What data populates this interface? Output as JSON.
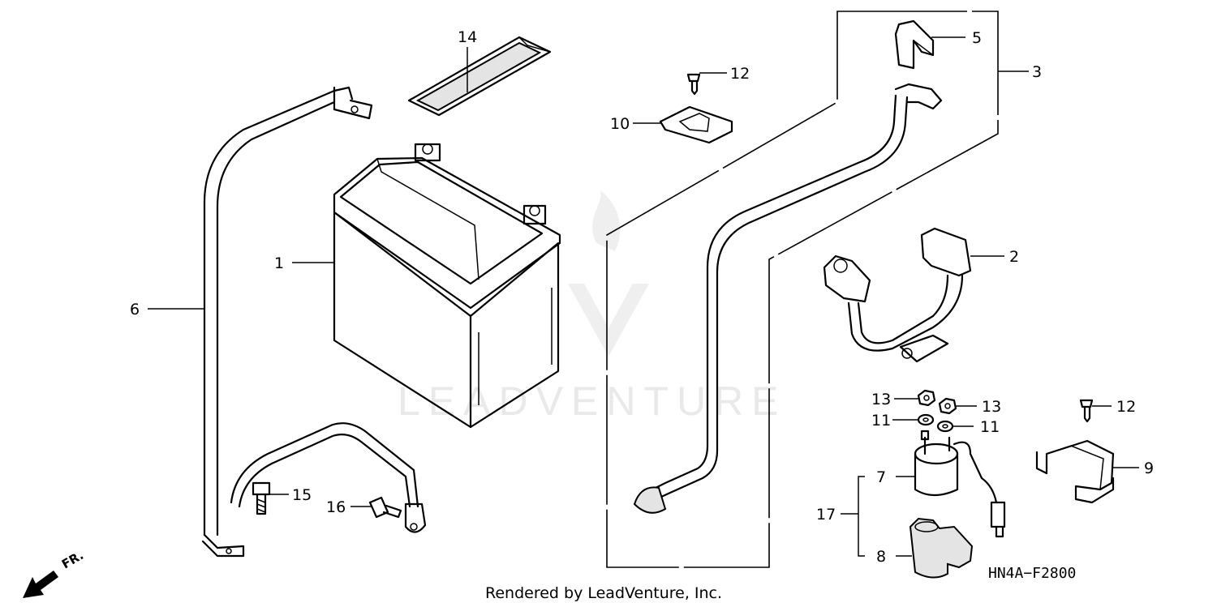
{
  "diagram_code": "HN4A−F2800",
  "footer_text": "Rendered by LeadVenture, Inc.",
  "watermark_text": "LEADVENTURE",
  "front_indicator": "FR.",
  "callouts": {
    "p1": "1",
    "p2": "2",
    "p3": "3",
    "p5": "5",
    "p6": "6",
    "p7": "7",
    "p8": "8",
    "p9": "9",
    "p10": "10",
    "p11a": "11",
    "p11b": "11",
    "p12a": "12",
    "p12b": "12",
    "p13a": "13",
    "p13b": "13",
    "p14": "14",
    "p15": "15",
    "p16": "16",
    "p17": "17"
  }
}
